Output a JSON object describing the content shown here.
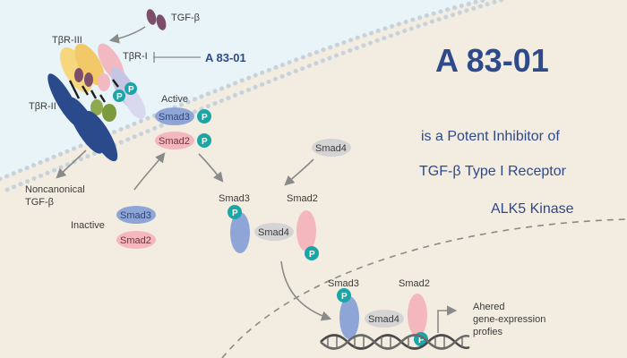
{
  "title": "A 83-01",
  "subtitle_lines": [
    "is a Potent Inhibitor of",
    "TGF-β Type I Receptor",
    "ALK5 Kinase"
  ],
  "labels": {
    "tgf_beta": "TGF-β",
    "tbr_iii": "TβR-III",
    "tbr_i": "TβR-I",
    "tbr_ii": "TβR-II",
    "inhibitor": "A 83-01",
    "active": "Active",
    "inactive": "Inactive",
    "noncanonical_line1": "Noncanonical",
    "noncanonical_line2": "TGF-β",
    "smad3": "Smad3",
    "smad2": "Smad2",
    "smad4": "Smad4",
    "phospho": "P",
    "output_line1": "Ahered",
    "output_line2": "gene-expression",
    "output_line3": "profies"
  },
  "colors": {
    "background": "#f3ece1",
    "extracellular": "#e9f4f9",
    "membrane_dots": "#c7d3dc",
    "title": "#2e4a8b",
    "smad3": "#8ea5d8",
    "smad2": "#f4b7bd",
    "smad4": "#d4d4d4",
    "phospho": "#1aa6a6",
    "receptor_dark": "#2b4a8c",
    "receptor_yellow": "#f6d77e",
    "receptor_pink": "#f3b9c2",
    "receptor_lilac": "#c5c6e4",
    "green": "#8ea94f",
    "tgf_ligand": "#7c4e6a"
  }
}
